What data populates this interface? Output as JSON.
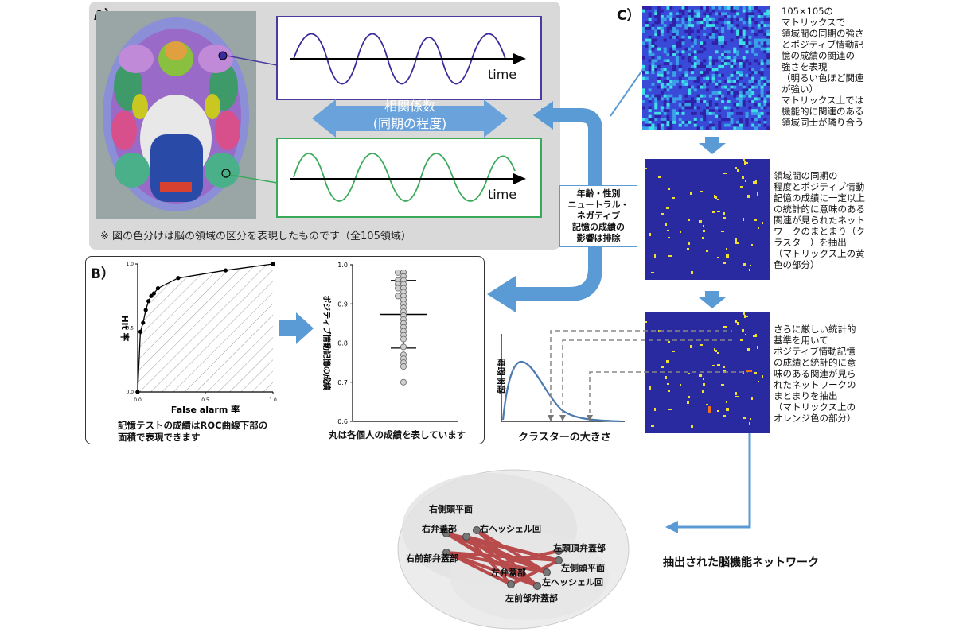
{
  "panel_a": {
    "label": "A）",
    "footnote": "※ 図の色分けは脳の領域の区分を表現したものです（全105領域）",
    "wave_axis_label_top": "time",
    "wave_axis_label_bottom": "time",
    "correlation_label_line1": "相関係数",
    "correlation_label_line2": "(同期の程度)"
  },
  "covariates_box": "年齢・性別\nニュートラル・\nネガティブ\n記憶の成績の\n影響は排除",
  "panel_b": {
    "label": "B）",
    "roc": {
      "xlabel": "False alarm 率",
      "ylabel": "Hit 率",
      "ticks_x": [
        "0.0",
        "0.5",
        "1.0"
      ],
      "ticks_y": [
        "0.0",
        "0.5",
        "1.0"
      ],
      "caption": "記憶テストの成績はROC曲線下部の\n面積で表現できます"
    },
    "scatter": {
      "ylabel": "ポジティブ情動記憶の成績",
      "ticks_y": [
        "0.6",
        "0.7",
        "0.8",
        "0.9",
        "1.0"
      ],
      "caption": "丸は各個人の成績を表しています"
    }
  },
  "panel_c": {
    "label": "C）",
    "desc1": "105×105の\nマトリックスで\n領域間の同期の強さ\nとポジティブ情動記\n憶の成績の関連の\n強さを表現\n（明るい色ほど関連\nが強い）\nマトリックス上では\n機能的に関連のある\n領域同士が隣り合う",
    "desc2": "領域間の同期の\n程度とポジティブ情動\n記憶の成績に一定以上\nの統計的に意味のある\n関連が見られたネット\nワークのまとまり（ク\nラスター）を抽出\n（マトリックス上の黄\n色の部分）",
    "desc3": "さらに厳しい統計的\n基準を用いて\nポジティブ情動記憶\nの成績と統計的に意\n味のある関連が見ら\nれたネットワークの\nまとまりを抽出\n（マトリックス上の\nオレンジ色の部分）",
    "dist_xlabel": "クラスターの大きさ",
    "dist_ylabel": "確率密度"
  },
  "network": {
    "title": "抽出された脳機能ネットワーク",
    "nodes": [
      "右側頭平面",
      "右弁蓋部",
      "右ヘッシェル回",
      "右前部弁蓋部",
      "左頭頂弁蓋部",
      "左側頭平面",
      "左弁蓋部",
      "左ヘッシェル回",
      "左前部弁蓋部"
    ]
  },
  "chart_data": [
    {
      "type": "line",
      "xlabel": "False alarm 率",
      "ylabel": "Hit 率",
      "xlim": [
        0,
        1
      ],
      "ylim": [
        0,
        1
      ],
      "x": [
        0.0,
        0.02,
        0.04,
        0.06,
        0.08,
        0.1,
        0.12,
        0.15,
        0.3,
        0.65,
        1.0
      ],
      "y": [
        0.0,
        0.47,
        0.54,
        0.64,
        0.71,
        0.75,
        0.77,
        0.81,
        0.89,
        0.95,
        1.0
      ]
    },
    {
      "type": "scatter",
      "ylabel": "ポジティブ情動記憶の成績",
      "ylim": [
        0.6,
        1.0
      ],
      "values": [
        0.98,
        0.98,
        0.97,
        0.96,
        0.96,
        0.95,
        0.95,
        0.94,
        0.94,
        0.93,
        0.92,
        0.92,
        0.91,
        0.9,
        0.89,
        0.88,
        0.87,
        0.86,
        0.85,
        0.84,
        0.83,
        0.82,
        0.81,
        0.79,
        0.77,
        0.76,
        0.75,
        0.74,
        0.7
      ],
      "mean": 0.873,
      "sd_upper": 0.96,
      "sd_lower": 0.787
    }
  ]
}
